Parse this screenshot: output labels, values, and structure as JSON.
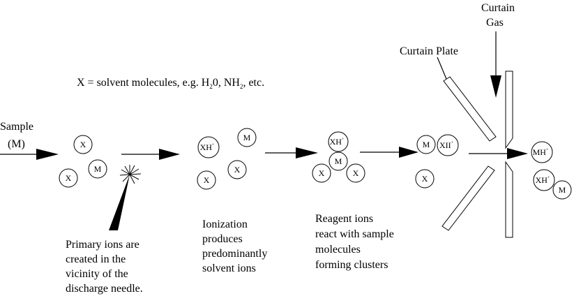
{
  "legend": {
    "prefix": "X = solvent molecules, e.g. H",
    "sub1": "2",
    "mid1": "0, NH",
    "sub2": "2",
    "suffix": ", etc."
  },
  "sample": {
    "line1": "Sample",
    "line2": "(M)"
  },
  "curtain_gas": {
    "line1": "Curtain",
    "line2": "Gas"
  },
  "curtain_plate": "Curtain Plate",
  "captions": {
    "primary": [
      "Primary ions are",
      "created in the",
      "vicinity of the",
      "discharge needle."
    ],
    "ionization": [
      "Ionization",
      "produces",
      "predominantly",
      "solvent ions"
    ],
    "reagent": [
      "Reagent ions",
      "react with sample",
      "molecules",
      "forming clusters"
    ]
  },
  "ions": {
    "s1_x_top": "X",
    "s1_x_bottom": "X",
    "s1_m": "M",
    "s2_xh": "XH",
    "s2_xh_charge": "+",
    "s2_m": "M",
    "s2_x_right": "X",
    "s2_x_left": "X",
    "s3_xh": "XH",
    "s3_xh_charge": "+",
    "s3_m": "M",
    "s3_x_left": "X",
    "s3_x_right": "X",
    "s4_m": "M",
    "s4_xii": "XII",
    "s4_xii_charge": "+",
    "s4_x": "X",
    "s5_mh": "MH",
    "s5_mh_charge": "+",
    "s5_xh": "XH",
    "s5_xh_charge": "+",
    "s5_m": "M"
  }
}
